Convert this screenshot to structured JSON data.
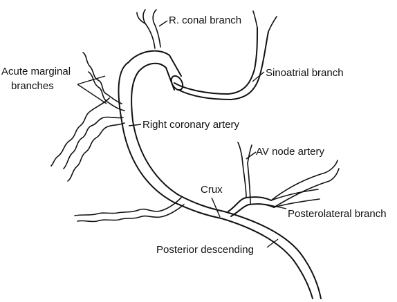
{
  "labels": {
    "r_conal": "R. conal branch",
    "sinoatrial": "Sinoatrial branch",
    "acute_marginal_line1": "Acute marginal",
    "acute_marginal_line2": "branches",
    "right_coronary": "Right coronary artery",
    "av_node": "AV node artery",
    "crux": "Crux",
    "posterolateral": "Posterolateral branch",
    "posterior_descending": "Posterior descending"
  },
  "colors": {
    "ink": "#111111",
    "background": "#ffffff"
  }
}
